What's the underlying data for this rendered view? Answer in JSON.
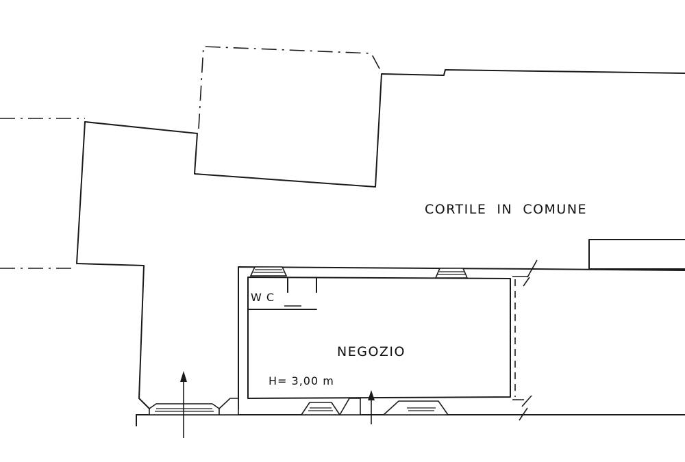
{
  "plan": {
    "labels": {
      "courtyard": "CORTILE  IN  COMUNE",
      "shop": "NEGOZIO",
      "height": "H= 3,00 m",
      "wc": "W C"
    },
    "line_color": "#1a1a1a",
    "background_color": "#ffffff"
  }
}
